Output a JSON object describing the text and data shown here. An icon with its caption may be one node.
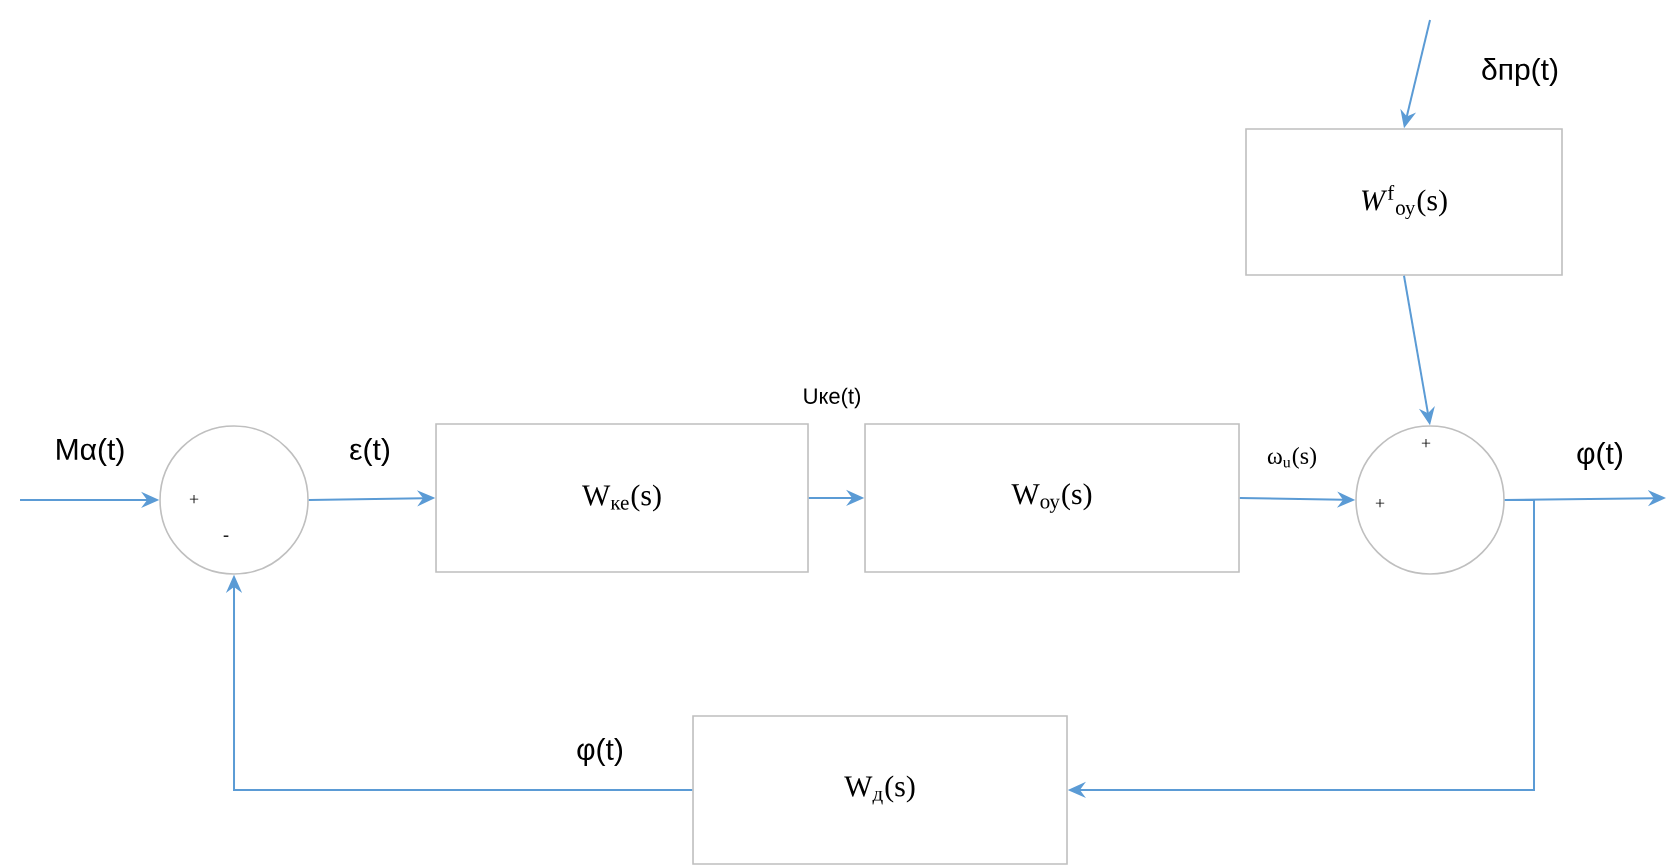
{
  "diagram": {
    "nodes": [
      {
        "text": [
          "+",
          "-"
        ]
      },
      {
        "text": [
          "W$_{ке}$(s)"
        ]
      },
      {
        "text": [
          "W$_{оу}$(s)"
        ]
      },
      {
        "text": [
          "*W*$^{f}$$_{оу}$(s)"
        ]
      },
      {
        "text": [
          "+",
          "+"
        ]
      },
      {
        "text": [
          "W$_{д}$(s)"
        ]
      }
    ],
    "edges": [
      {
        "from": null,
        "to": 0,
        "arrow": "to",
        "label": "Mα(t)"
      },
      {
        "from": 0,
        "to": 1,
        "arrow": "to",
        "label": "ε(t)"
      },
      {
        "from": 1,
        "to": 2,
        "arrow": "to",
        "label": "Uке(t)"
      },
      {
        "from": 2,
        "to": 4,
        "arrow": "to",
        "label": "ω$_{u}$(s)"
      },
      {
        "from": null,
        "to": 3,
        "arrow": "to",
        "label": "δпр(t)"
      },
      {
        "from": 3,
        "to": 4,
        "arrow": "to"
      },
      {
        "from": 4,
        "to": null,
        "arrow": "to",
        "label": "φ(t)"
      },
      {
        "from": 4,
        "to": 5,
        "arrow": "to"
      },
      {
        "from": 5,
        "to": 0,
        "arrow": "to",
        "label": "φ(t)"
      }
    ]
  }
}
